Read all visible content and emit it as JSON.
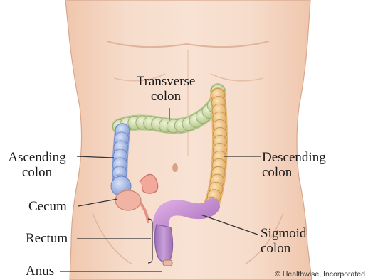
{
  "labels": {
    "transverse": [
      "Transverse",
      "colon"
    ],
    "ascending": [
      "Ascending",
      "colon"
    ],
    "descending": [
      "Descending",
      "colon"
    ],
    "cecum": "Cecum",
    "rectum": "Rectum",
    "sigmoid": [
      "Sigmoid",
      "colon"
    ],
    "anus": "Anus"
  },
  "credit": "© Healthwise, Incorporated",
  "colors": {
    "skin": "#f3d2bd",
    "skin_shadow": "#e3b59c",
    "transverse_colon": "#cfdcaa",
    "ascending_colon": "#9fb3e2",
    "descending_colon": "#f0c27a",
    "sigmoid_colon": "#c48bd0",
    "rectum": "#b68ac8",
    "appendix": "#f0a7a0",
    "leader_lines": "#333333"
  }
}
